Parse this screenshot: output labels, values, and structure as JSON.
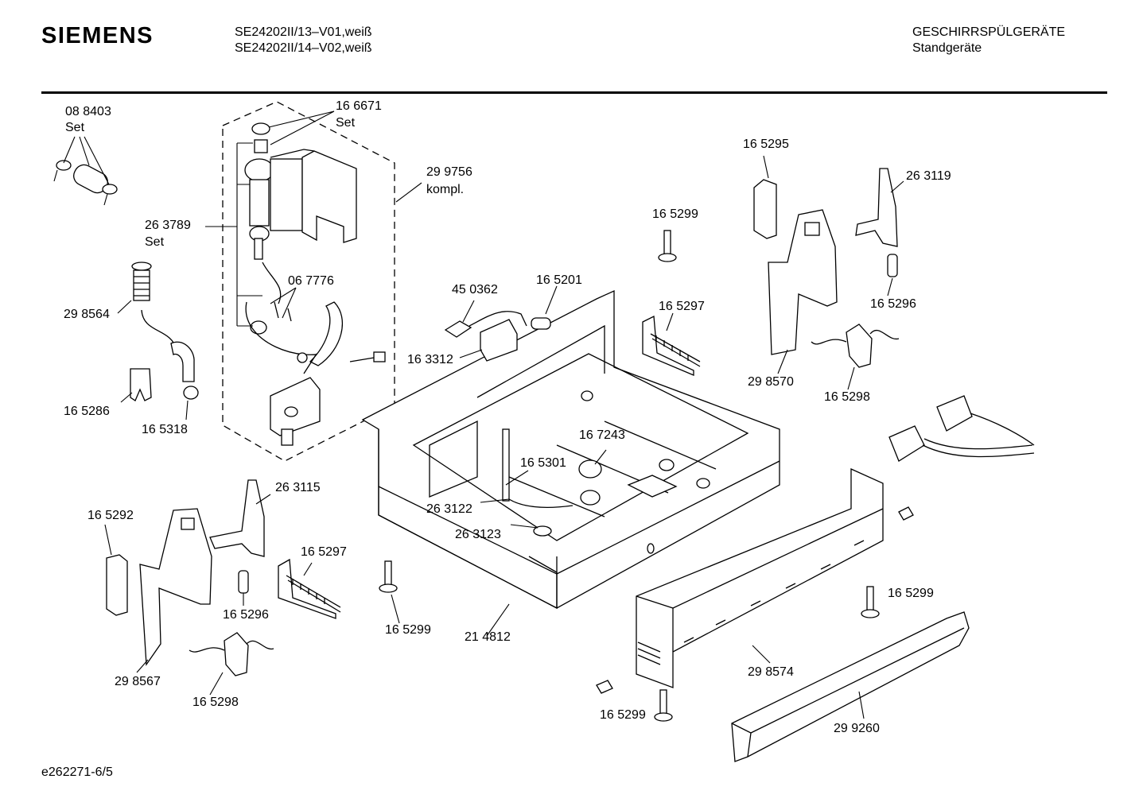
{
  "header": {
    "brand": "SIEMENS",
    "model_line_1": "SE24202II/13–V01,weiß",
    "model_line_2": "SE24202II/14–V02,weiß",
    "category": "GESCHIRRSPÜLGERÄTE",
    "subcategory": "Standgeräte"
  },
  "labels": {
    "p088403": "08 8403",
    "p088403_set": "Set",
    "p166671": "16 6671",
    "p166671_set": "Set",
    "p299756": "29 9756",
    "p299756_kompl": "kompl.",
    "p263789": "26 3789",
    "p263789_set": "Set",
    "p067776": "06 7776",
    "p298564": "29 8564",
    "p165286": "16 5286",
    "p165318": "16 5318",
    "p450362": "45 0362",
    "p165201": "16 5201",
    "p163312": "16 3312",
    "p165299_top": "16 5299",
    "p165297_top": "16 5297",
    "p165295": "16 5295",
    "p263119": "26 3119",
    "p165296_right": "16 5296",
    "p298570": "29 8570",
    "p165298_right": "16 5298",
    "p167243": "16 7243",
    "p165301": "16 5301",
    "p263122": "26 3122",
    "p263123": "26 3123",
    "p263115": "26 3115",
    "p165292": "16 5292",
    "p165297_left": "16 5297",
    "p165296_left": "16 5296",
    "p298567": "29 8567",
    "p165298_left": "16 5298",
    "p165299_mid": "16 5299",
    "p214812": "21 4812",
    "p165299_right": "16 5299",
    "p298574": "29 8574",
    "p165299_bottom": "16 5299",
    "p299260": "29 9260"
  },
  "footer": {
    "drawing_id": "e262271-6/5"
  }
}
